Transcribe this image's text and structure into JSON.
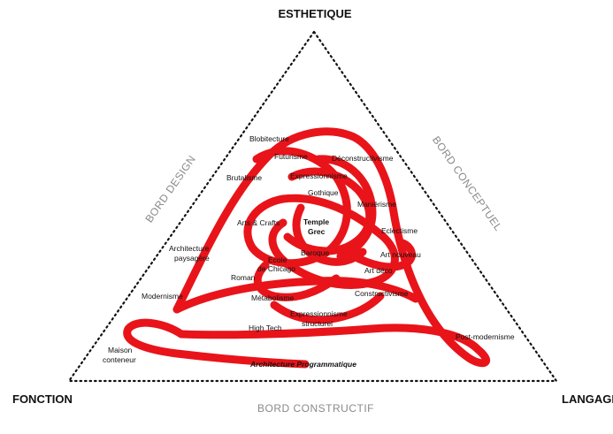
{
  "corners": {
    "top": "ESTHETIQUE",
    "left": "FONCTION",
    "right": "LANGAGE"
  },
  "edges": {
    "left": "BORD DESIGN",
    "right": "BORD CONCEPTUEL",
    "bottom": "BORD CONSTRUCTIF"
  },
  "terms": {
    "blobitecture": "Blobitecture",
    "futurisme": "Futurisme",
    "deconstructivisme": "Déconstructivisme",
    "brutalisme": "Brutalisme",
    "expressionnisme": "Expressionnisme",
    "gothique": "Gothique",
    "manierisme": "Maniérisme",
    "arts_crafts": "Arts & Crafts",
    "temple_grec_1": "Temple",
    "temple_grec_2": "Grec",
    "eclectisme": "Eclectisme",
    "architecture_paysagere_1": "Architecture",
    "architecture_paysagere_2": "paysagère",
    "baroque": "Baroque",
    "art_nouveau": "Art nouveau",
    "ecole_chicago_1": "Ecole",
    "ecole_chicago_2": "de Chicago",
    "art_deco": "Art déco",
    "roman": "Roman",
    "constructivisme": "Constructivisme",
    "modernisme": "Modernisme",
    "metabolisme": "Métabolisme",
    "expressionnisme_structurel_1": "Expressionnisme",
    "expressionnisme_structurel_2": "structurel",
    "high_tech": "High Tech",
    "post_modernisme": "Post-modernisme",
    "maison_conteneur_1": "Maison",
    "maison_conteneur_2": "conteneur",
    "architecture_programmatique": "Architecture Programmatique"
  },
  "colors": {
    "ribbon": "#e8141a",
    "border": "#111111",
    "edge_label": "#8a8a8a"
  }
}
